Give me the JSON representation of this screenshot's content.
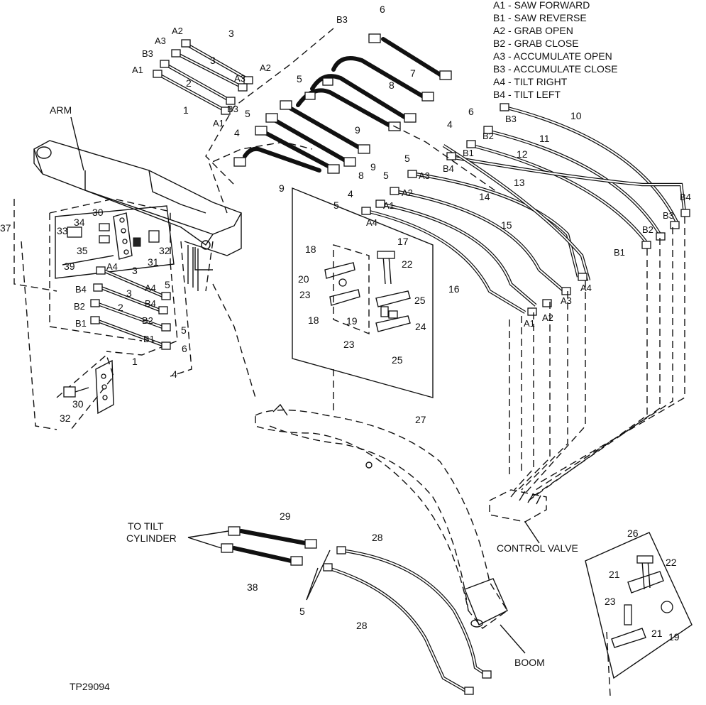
{
  "legend": [
    "A1 - SAW FORWARD",
    "B1 - SAW REVERSE",
    "A2 - GRAB OPEN",
    "B2 - GRAB CLOSE",
    "A3 - ACCUMULATE OPEN",
    "B3 - ACCUMULATE CLOSE",
    "A4 - TILT RIGHT",
    "B4 - TILT LEFT"
  ],
  "labels": {
    "arm": "ARM",
    "control_valve": "CONTROL VALVE",
    "boom": "BOOM",
    "to_tilt_line1": "TO TILT",
    "to_tilt_line2": "CYLINDER",
    "figure_id": "TP29094"
  },
  "callouts": [
    {
      "n": "6"
    },
    {
      "n": "3"
    },
    {
      "n": "3"
    },
    {
      "n": "2"
    },
    {
      "n": "1"
    },
    {
      "n": "5"
    },
    {
      "n": "5"
    },
    {
      "n": "4"
    },
    {
      "n": "7"
    },
    {
      "n": "8"
    },
    {
      "n": "6"
    },
    {
      "n": "4"
    },
    {
      "n": "9"
    },
    {
      "n": "5"
    },
    {
      "n": "9"
    },
    {
      "n": "8"
    },
    {
      "n": "5"
    },
    {
      "n": "4"
    },
    {
      "n": "9"
    },
    {
      "n": "5"
    },
    {
      "n": "10"
    },
    {
      "n": "11"
    },
    {
      "n": "12"
    },
    {
      "n": "13"
    },
    {
      "n": "14"
    },
    {
      "n": "15"
    },
    {
      "n": "16"
    },
    {
      "n": "17"
    },
    {
      "n": "18"
    },
    {
      "n": "22"
    },
    {
      "n": "20"
    },
    {
      "n": "23"
    },
    {
      "n": "18"
    },
    {
      "n": "19"
    },
    {
      "n": "25"
    },
    {
      "n": "24"
    },
    {
      "n": "23"
    },
    {
      "n": "25"
    },
    {
      "n": "27"
    },
    {
      "n": "37"
    },
    {
      "n": "30"
    },
    {
      "n": "33"
    },
    {
      "n": "34"
    },
    {
      "n": "35"
    },
    {
      "n": "39"
    },
    {
      "n": "32"
    },
    {
      "n": "31"
    },
    {
      "n": "3"
    },
    {
      "n": "5"
    },
    {
      "n": "3"
    },
    {
      "n": "2"
    },
    {
      "n": "5"
    },
    {
      "n": "6"
    },
    {
      "n": "1"
    },
    {
      "n": "4"
    },
    {
      "n": "30"
    },
    {
      "n": "32"
    },
    {
      "n": "29"
    },
    {
      "n": "38"
    },
    {
      "n": "28"
    },
    {
      "n": "28"
    },
    {
      "n": "5"
    },
    {
      "n": "26"
    },
    {
      "n": "22"
    },
    {
      "n": "21"
    },
    {
      "n": "23"
    },
    {
      "n": "21"
    },
    {
      "n": "19"
    }
  ],
  "ports": [
    {
      "p": "B3"
    },
    {
      "p": "A2"
    },
    {
      "p": "A3"
    },
    {
      "p": "B3"
    },
    {
      "p": "A1"
    },
    {
      "p": "A2"
    },
    {
      "p": "A3"
    },
    {
      "p": "B3"
    },
    {
      "p": "A1"
    },
    {
      "p": "B3"
    },
    {
      "p": "B2"
    },
    {
      "p": "B1"
    },
    {
      "p": "B4"
    },
    {
      "p": "A3"
    },
    {
      "p": "A2"
    },
    {
      "p": "A1"
    },
    {
      "p": "A4"
    },
    {
      "p": "B4"
    },
    {
      "p": "B3"
    },
    {
      "p": "B2"
    },
    {
      "p": "B1"
    },
    {
      "p": "A4"
    },
    {
      "p": "A3"
    },
    {
      "p": "A2"
    },
    {
      "p": "A1"
    },
    {
      "p": "A4"
    },
    {
      "p": "A4"
    },
    {
      "p": "B4"
    },
    {
      "p": "B4"
    },
    {
      "p": "B2"
    },
    {
      "p": "B2"
    },
    {
      "p": "B1"
    },
    {
      "p": "B1"
    }
  ]
}
